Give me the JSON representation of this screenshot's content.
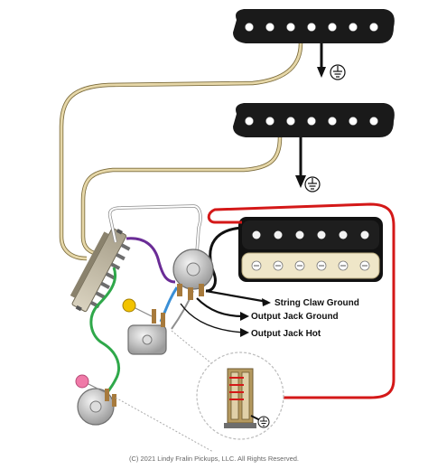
{
  "labels": {
    "string_claw_ground": "String Claw Ground",
    "output_jack_ground": "Output Jack Ground",
    "output_jack_hot": "Output Jack Hot"
  },
  "copyright": "(C) 2021 Lindy Fralin Pickups, LLC. All Rights Reserved.",
  "colors": {
    "pickup_black": "#1a1a1a",
    "humbucker_cream": "#efe6c8",
    "wire_red": "#d41818",
    "wire_purple": "#6a2c96",
    "wire_green": "#2fa84a",
    "wire_blue": "#3a8fd6",
    "wire_cream": "#d8c89a",
    "wire_white": "#cfcfcf",
    "pot_gray": "#bdbdbd",
    "knob_pink": "#f07aa8",
    "knob_yellow": "#f2c300"
  },
  "icons": [
    "ground-symbol-icon",
    "arrow-down-icon"
  ]
}
